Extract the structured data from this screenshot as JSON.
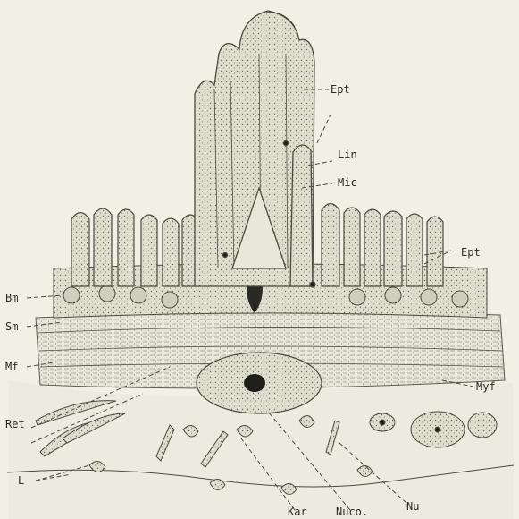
{
  "labels": {
    "ept_top": "Ept",
    "lin": "Lin",
    "mic": "Mic",
    "ept_right": "Ept",
    "bm": "Bm",
    "sm": "Sm",
    "mf": "Mf",
    "myf": "Myf",
    "ret": "Ret",
    "l": "L",
    "kar": "Kar",
    "nuco": "Nuco.",
    "nu": "Nu"
  },
  "colors": {
    "paper": "#f1f0e4",
    "ink": "#4a4a40",
    "cell_fill": "#dcdccd",
    "nucleus": "#1e1e1a"
  }
}
